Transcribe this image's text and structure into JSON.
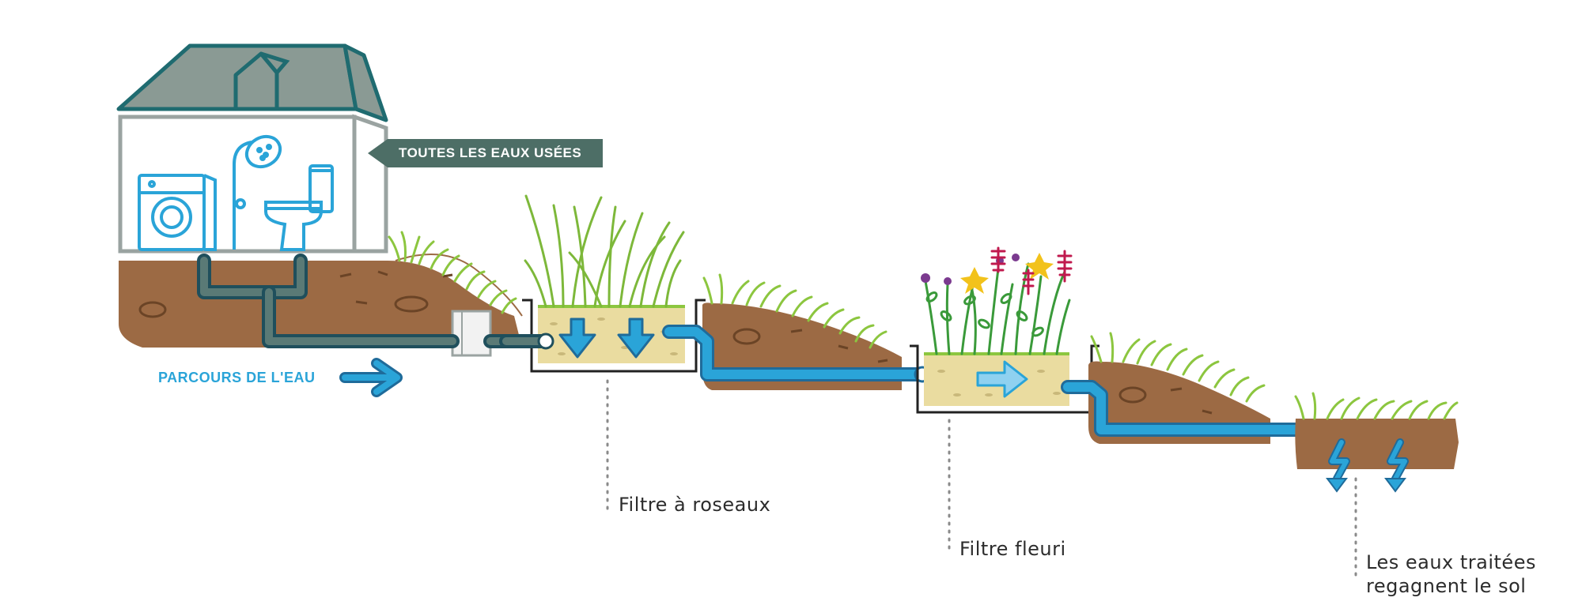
{
  "labels": {
    "all_wastewater": "TOUTES LES EAUX USÉES",
    "water_path": "PARCOURS DE L'EAU"
  },
  "captions": {
    "reed_filter": "Filtre à roseaux",
    "flower_filter": "Filtre fleuri",
    "treated_line1": "Les eaux traitées",
    "treated_line2": "regagnent le sol"
  },
  "colors": {
    "house_roof": "#8a9a94",
    "house_stroke": "#1f6b70",
    "house_wall": "#9aa3a1",
    "appliance_blue": "#2aa4d8",
    "soil": "#9c6a44",
    "soil_dark": "#6b4426",
    "sand": "#eadca0",
    "grass": "#8cc63f",
    "reed_green": "#7db83a",
    "pipe_blue": "#2aa4d8",
    "pipe_dark": "#1f4f5c",
    "label_bg": "#4d6e66",
    "flower_yellow": "#f2c21b",
    "flower_red": "#c0194e",
    "flower_purple": "#7b3a8f"
  },
  "icons": [
    "house-icon",
    "washing-machine-icon",
    "shower-icon",
    "toilet-icon",
    "septic-tank-icon",
    "flow-arrow-icon"
  ]
}
